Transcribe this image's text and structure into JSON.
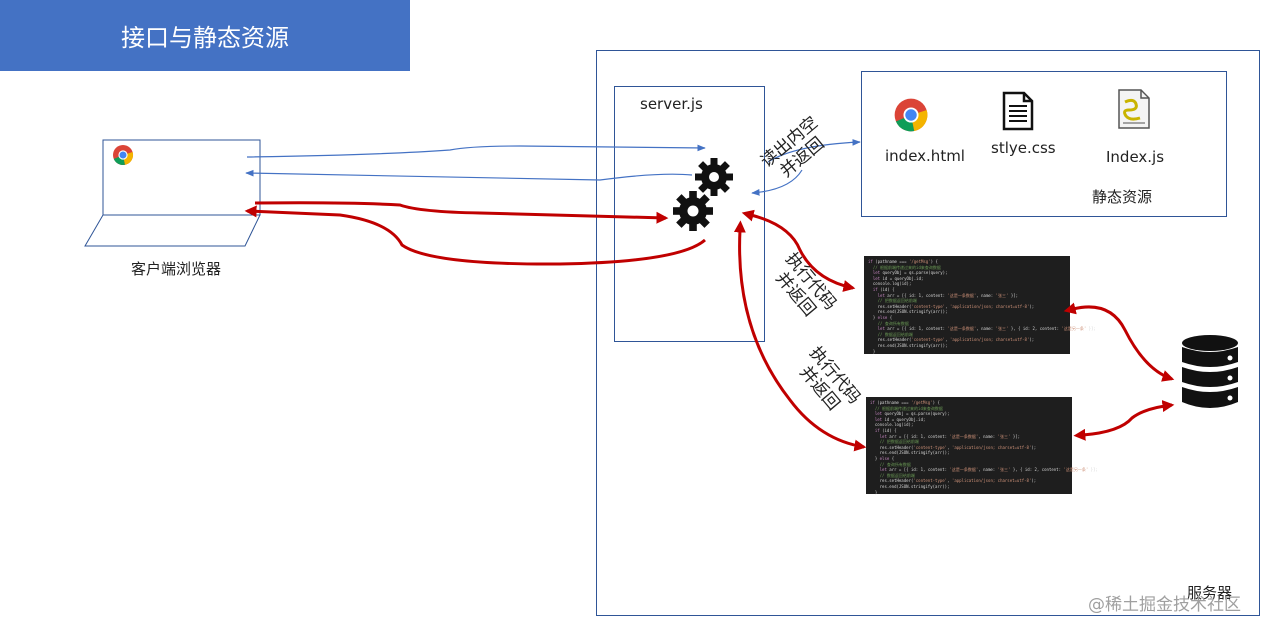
{
  "title": "接口与静态资源",
  "client": {
    "label": "客户端浏览器"
  },
  "server": {
    "label": "服务器",
    "serverjs_label": "server.js"
  },
  "static_resources": {
    "label": "静态资源",
    "files": [
      {
        "name": "index.html",
        "icon": "chrome-icon"
      },
      {
        "name": "stlye.css",
        "icon": "document-icon"
      },
      {
        "name": "Index.js",
        "icon": "script-file-icon"
      }
    ]
  },
  "arrows": {
    "read_static_line1": "读出内空",
    "read_static_line2": "并返回",
    "exec_line1": "执行代码",
    "exec_line2": "并返回",
    "exec2_line1": "执行代码",
    "exec2_line2": "并返回"
  },
  "code_snippet": [
    "if (pathname === '/getMsg') {",
    "  // 根据前端传递过来的id来查询数据",
    "  let queryObj = qs.parse(query);",
    "  let id = queryObj.id;",
    "  console.log(id);",
    "  if (id) {",
    "    let arr = [{ id: 1, content: '这是一条数据', name: '张三' }];",
    "    // 把数据返回给前端",
    "    res.setHeader('content-type', 'application/json; charset=utf-8');",
    "    res.end(JSON.stringify(arr));",
    "  } else {",
    "    // 查询所有数据",
    "    let arr = [{ id: 1, content: '这是一条数据', name: '张三' }, { id: 2, content: '这是另一条' }];",
    "    // 数据返回给前端",
    "    res.setHeader('content-type', 'application/json; charset=utf-8');",
    "    res.end(JSON.stringify(arr));",
    "  }"
  ],
  "colors": {
    "banner": "#4472c4",
    "box_border": "#2f5597",
    "thin_arrow": "#4472c4",
    "thick_arrow": "#c00000"
  },
  "watermark": "@稀土掘金技术社区"
}
